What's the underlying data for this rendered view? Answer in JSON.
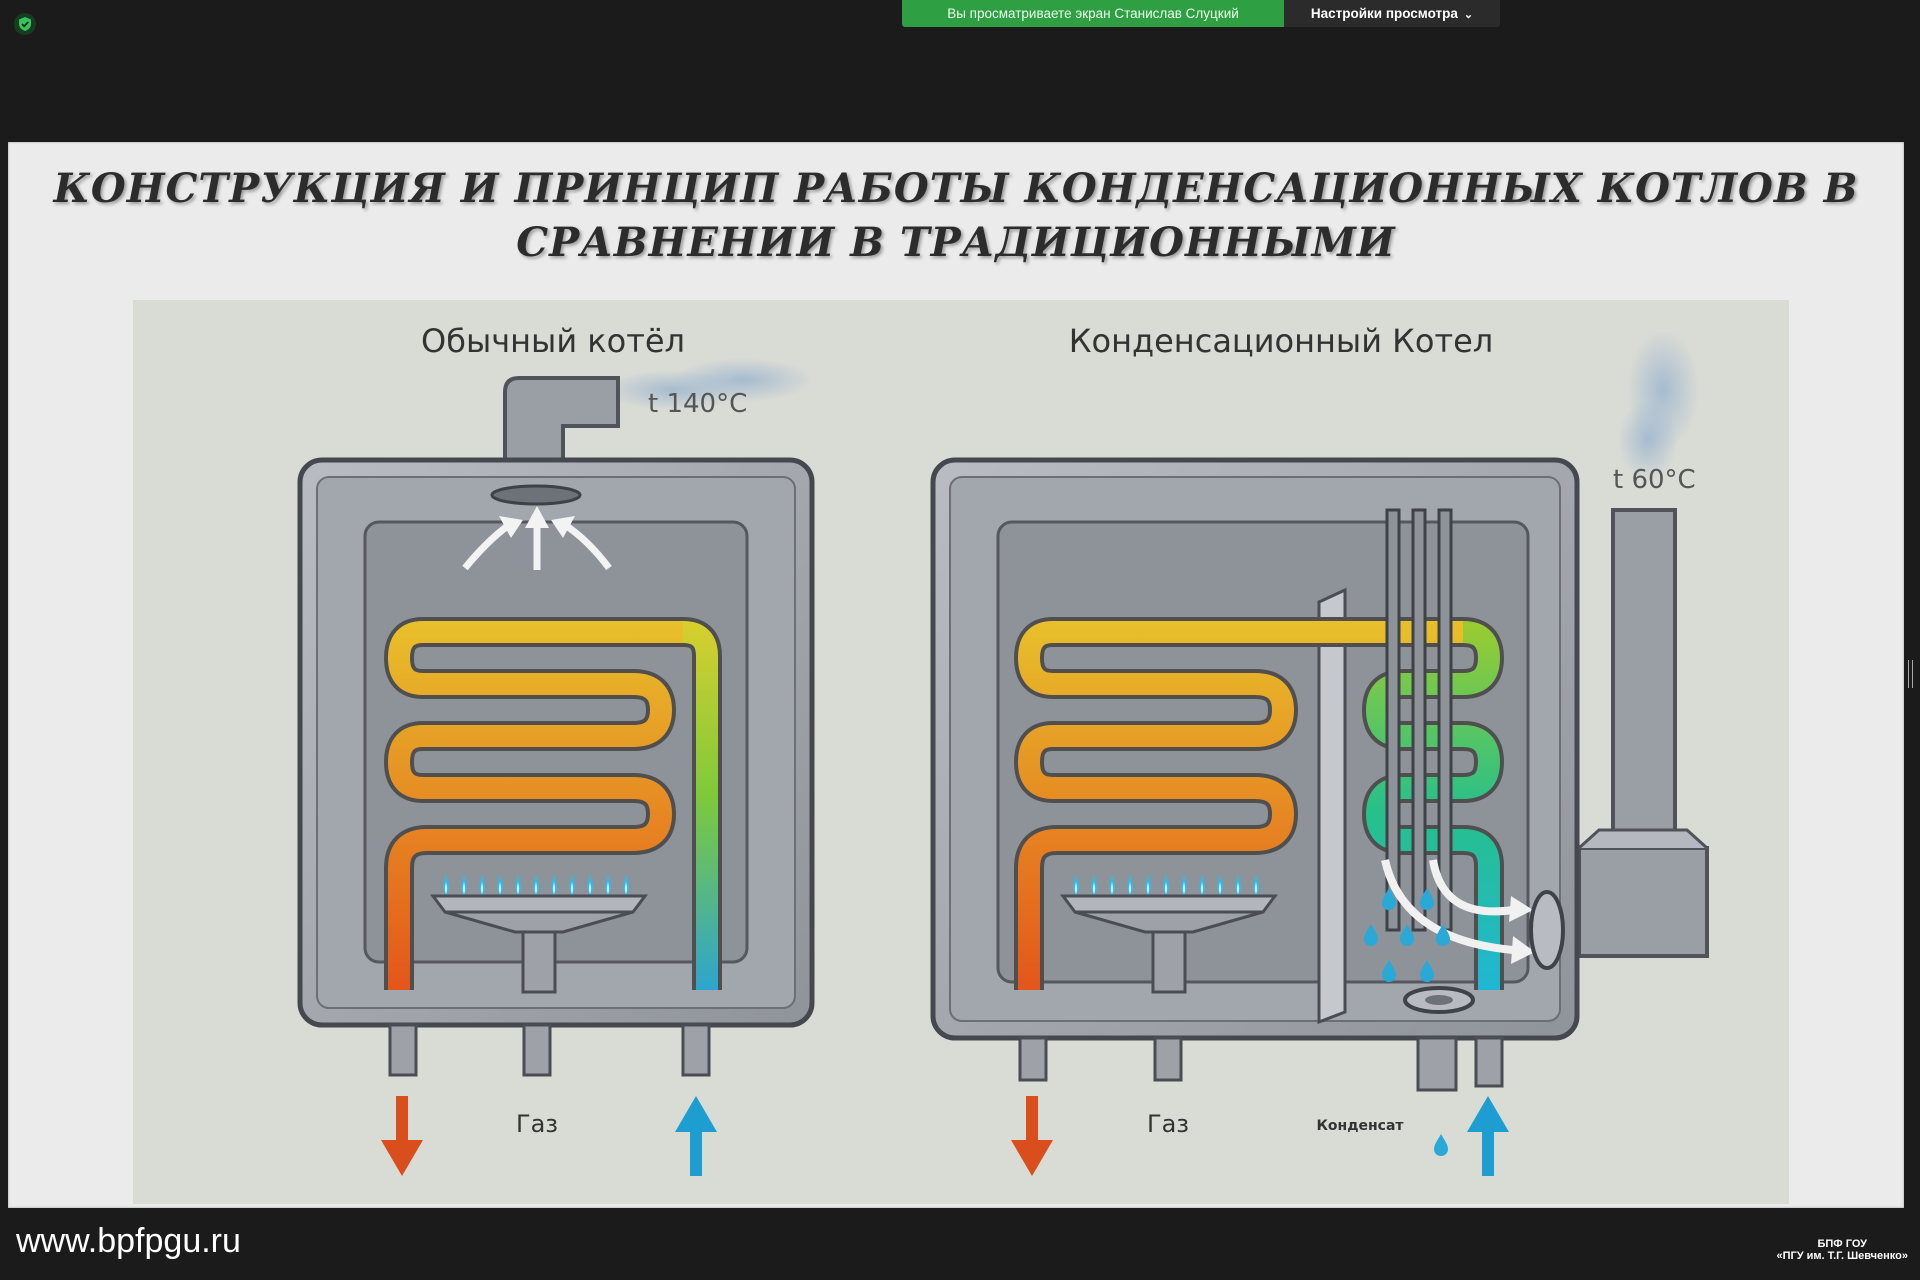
{
  "meeting_bar": {
    "share_notice": "Вы просматриваете экран Станислав Слуцкий",
    "view_options_label": "Настройки просмотра",
    "security_icon": "shield-check-icon",
    "accent_color": "#2ea043"
  },
  "slide": {
    "title_line1": "КОНСТРУКЦИЯ И ПРИНЦИП РАБОТЫ КОНДЕНСАЦИОННЫХ КОТЛОВ В",
    "title_line2": "СРАВНЕНИИ В ТРАДИЦИОННЫМИ",
    "left_boiler": {
      "heading": "Обычный котёл",
      "temp": "t 140°C",
      "gas_label": "Газ"
    },
    "right_boiler": {
      "heading": "Конденсационный Котел",
      "temp": "t 60°C",
      "gas_label": "Газ",
      "condensate_label": "Конденсат"
    }
  },
  "footer": {
    "site_url": "www.bpfpgu.ru",
    "org_line1": "БПФ ГОУ",
    "org_line2": "«ПГУ им. Т.Г. Шевченко»"
  }
}
